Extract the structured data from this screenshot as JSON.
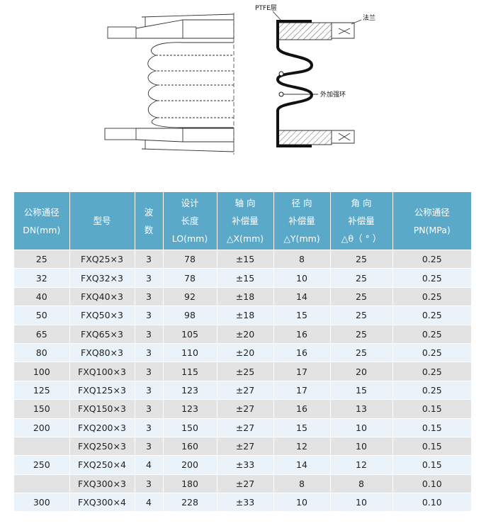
{
  "diagram": {
    "labels": {
      "ptfe_layer": "PTFE层",
      "flange": "法兰",
      "reinforcing_ring": "外加强环"
    }
  },
  "table": {
    "headers": [
      [
        "公称通径",
        "DN(mm)"
      ],
      [
        "",
        "型号"
      ],
      [
        "波",
        "数"
      ],
      [
        "设计",
        "长度",
        "LO(mm)"
      ],
      [
        "轴  向",
        "补偿量",
        "△X(mm)"
      ],
      [
        "径  向",
        "补偿量",
        "△Y(mm)"
      ],
      [
        "角  向",
        "补偿量",
        "△θ（ ° ）"
      ],
      [
        "公称通径",
        "PN(MPa)"
      ]
    ],
    "rows": [
      [
        "25",
        "FXQ25×3",
        "3",
        "78",
        "±15",
        "8",
        "25",
        "0.25"
      ],
      [
        "32",
        "FXQ32×3",
        "3",
        "78",
        "±15",
        "10",
        "25",
        "0.25"
      ],
      [
        "40",
        "FXQ40×3",
        "3",
        "92",
        "±18",
        "14",
        "25",
        "0.25"
      ],
      [
        "50",
        "FXQ50×3",
        "3",
        "98",
        "±18",
        "15",
        "25",
        "0.25"
      ],
      [
        "65",
        "FXQ65×3",
        "3",
        "105",
        "±20",
        "16",
        "25",
        "0.25"
      ],
      [
        "80",
        "FXQ80×3",
        "3",
        "110",
        "±20",
        "16",
        "25",
        "0.25"
      ],
      [
        "100",
        "FXQ100×3",
        "3",
        "115",
        "±25",
        "17",
        "20",
        "0.25"
      ],
      [
        "125",
        "FXQ125×3",
        "3",
        "123",
        "±27",
        "17",
        "15",
        "0.25"
      ],
      [
        "150",
        "FXQ150×3",
        "3",
        "123",
        "±27",
        "16",
        "13",
        "0.15"
      ],
      [
        "200",
        "FXQ200×3",
        "3",
        "150",
        "±27",
        "15",
        "10",
        "0.15"
      ],
      [
        "",
        "FXQ250×3",
        "3",
        "160",
        "±27",
        "12",
        "10",
        "0.15"
      ],
      [
        "250",
        "FXQ250×4",
        "4",
        "200",
        "±33",
        "14",
        "12",
        "0.15"
      ],
      [
        "",
        "FXQ300×3",
        "3",
        "180",
        "±27",
        "8",
        "8",
        "0.10"
      ],
      [
        "300",
        "FXQ300×4",
        "4",
        "228",
        "±33",
        "10",
        "10",
        "0.10"
      ]
    ]
  }
}
